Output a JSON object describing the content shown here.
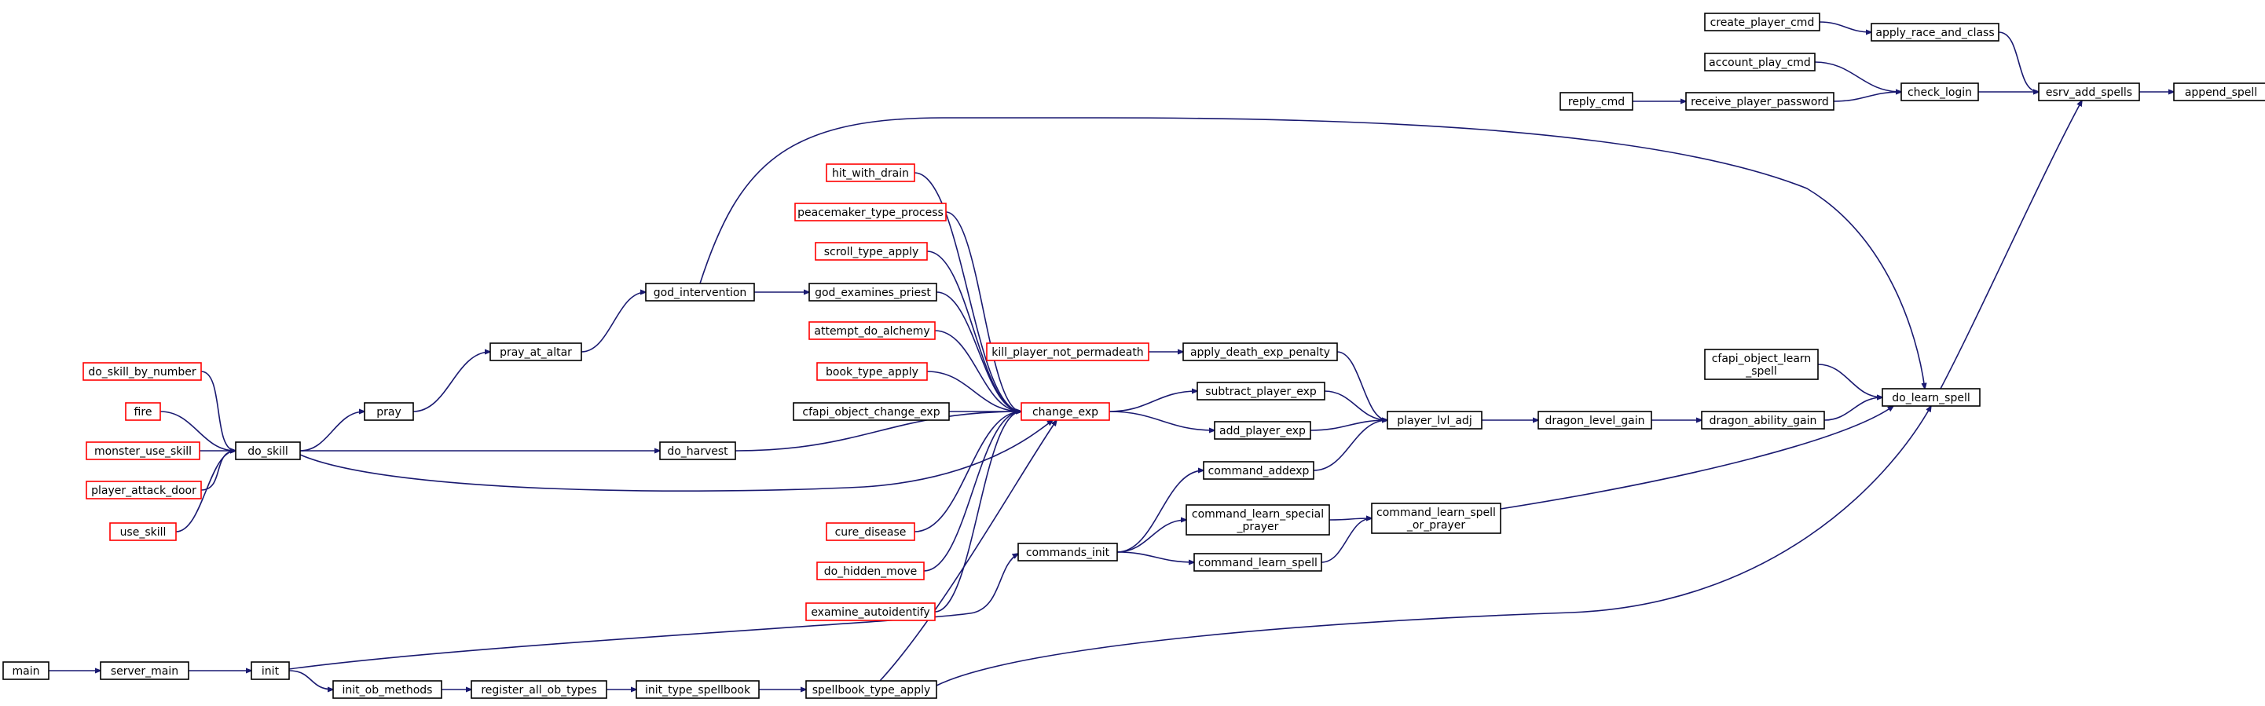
{
  "colors": {
    "edge": "#191970",
    "normal_border": "#000000",
    "truncated_border": "#ff0000",
    "highlight_fill": "#bfbfbf"
  },
  "nodes": [
    {
      "id": "append_spell",
      "lines": [
        "append_spell"
      ],
      "style": "highlight"
    },
    {
      "id": "esrv_add_spells",
      "lines": [
        "esrv_add_spells"
      ],
      "style": "normal"
    },
    {
      "id": "apply_race_and_class",
      "lines": [
        "apply_race_and_class"
      ],
      "style": "normal"
    },
    {
      "id": "create_player_cmd",
      "lines": [
        "create_player_cmd"
      ],
      "style": "normal"
    },
    {
      "id": "check_login",
      "lines": [
        "check_login"
      ],
      "style": "normal"
    },
    {
      "id": "account_play_cmd",
      "lines": [
        "account_play_cmd"
      ],
      "style": "normal"
    },
    {
      "id": "receive_player_password",
      "lines": [
        "receive_player_password"
      ],
      "style": "normal"
    },
    {
      "id": "reply_cmd",
      "lines": [
        "reply_cmd"
      ],
      "style": "normal"
    },
    {
      "id": "do_learn_spell",
      "lines": [
        "do_learn_spell"
      ],
      "style": "normal"
    },
    {
      "id": "cfapi_object_learn_spell",
      "lines": [
        "cfapi_object_learn",
        "_spell"
      ],
      "style": "normal"
    },
    {
      "id": "dragon_ability_gain",
      "lines": [
        "dragon_ability_gain"
      ],
      "style": "normal"
    },
    {
      "id": "dragon_level_gain",
      "lines": [
        "dragon_level_gain"
      ],
      "style": "normal"
    },
    {
      "id": "player_lvl_adj",
      "lines": [
        "player_lvl_adj"
      ],
      "style": "normal"
    },
    {
      "id": "apply_death_exp_penalty",
      "lines": [
        "apply_death_exp_penalty"
      ],
      "style": "normal"
    },
    {
      "id": "kill_player_not_permadeath",
      "lines": [
        "kill_player_not_permadeath"
      ],
      "style": "truncated"
    },
    {
      "id": "subtract_player_exp",
      "lines": [
        "subtract_player_exp"
      ],
      "style": "normal"
    },
    {
      "id": "add_player_exp",
      "lines": [
        "add_player_exp"
      ],
      "style": "normal"
    },
    {
      "id": "command_addexp",
      "lines": [
        "command_addexp"
      ],
      "style": "normal"
    },
    {
      "id": "command_learn_spell_or_prayer",
      "lines": [
        "command_learn_spell",
        "_or_prayer"
      ],
      "style": "normal"
    },
    {
      "id": "command_learn_special_prayer",
      "lines": [
        "command_learn_special",
        "_prayer"
      ],
      "style": "normal"
    },
    {
      "id": "command_learn_spell",
      "lines": [
        "command_learn_spell"
      ],
      "style": "normal"
    },
    {
      "id": "commands_init",
      "lines": [
        "commands_init"
      ],
      "style": "normal"
    },
    {
      "id": "change_exp",
      "lines": [
        "change_exp"
      ],
      "style": "truncated"
    },
    {
      "id": "hit_with_drain",
      "lines": [
        "hit_with_drain"
      ],
      "style": "truncated"
    },
    {
      "id": "peacemaker_type_process",
      "lines": [
        "peacemaker_type_process"
      ],
      "style": "truncated"
    },
    {
      "id": "scroll_type_apply",
      "lines": [
        "scroll_type_apply"
      ],
      "style": "truncated"
    },
    {
      "id": "god_examines_priest",
      "lines": [
        "god_examines_priest"
      ],
      "style": "normal"
    },
    {
      "id": "attempt_do_alchemy",
      "lines": [
        "attempt_do_alchemy"
      ],
      "style": "truncated"
    },
    {
      "id": "book_type_apply",
      "lines": [
        "book_type_apply"
      ],
      "style": "truncated"
    },
    {
      "id": "cfapi_object_change_exp",
      "lines": [
        "cfapi_object_change_exp"
      ],
      "style": "normal"
    },
    {
      "id": "do_harvest",
      "lines": [
        "do_harvest"
      ],
      "style": "normal"
    },
    {
      "id": "cure_disease",
      "lines": [
        "cure_disease"
      ],
      "style": "truncated"
    },
    {
      "id": "do_hidden_move",
      "lines": [
        "do_hidden_move"
      ],
      "style": "truncated"
    },
    {
      "id": "examine_autoidentify",
      "lines": [
        "examine_autoidentify"
      ],
      "style": "truncated"
    },
    {
      "id": "spellbook_type_apply",
      "lines": [
        "spellbook_type_apply"
      ],
      "style": "normal"
    },
    {
      "id": "god_intervention",
      "lines": [
        "god_intervention"
      ],
      "style": "normal"
    },
    {
      "id": "pray_at_altar",
      "lines": [
        "pray_at_altar"
      ],
      "style": "normal"
    },
    {
      "id": "pray",
      "lines": [
        "pray"
      ],
      "style": "normal"
    },
    {
      "id": "do_skill",
      "lines": [
        "do_skill"
      ],
      "style": "normal"
    },
    {
      "id": "do_skill_by_number",
      "lines": [
        "do_skill_by_number"
      ],
      "style": "truncated"
    },
    {
      "id": "fire",
      "lines": [
        "fire"
      ],
      "style": "truncated"
    },
    {
      "id": "monster_use_skill",
      "lines": [
        "monster_use_skill"
      ],
      "style": "truncated"
    },
    {
      "id": "player_attack_door",
      "lines": [
        "player_attack_door"
      ],
      "style": "truncated"
    },
    {
      "id": "use_skill",
      "lines": [
        "use_skill"
      ],
      "style": "truncated"
    },
    {
      "id": "main",
      "lines": [
        "main"
      ],
      "style": "normal"
    },
    {
      "id": "server_main",
      "lines": [
        "server_main"
      ],
      "style": "normal"
    },
    {
      "id": "init",
      "lines": [
        "init"
      ],
      "style": "normal"
    },
    {
      "id": "init_ob_methods",
      "lines": [
        "init_ob_methods"
      ],
      "style": "normal"
    },
    {
      "id": "register_all_ob_types",
      "lines": [
        "register_all_ob_types"
      ],
      "style": "normal"
    },
    {
      "id": "init_type_spellbook",
      "lines": [
        "init_type_spellbook"
      ],
      "style": "normal"
    }
  ],
  "edges": [
    {
      "from": "esrv_add_spells",
      "to": "append_spell"
    },
    {
      "from": "apply_race_and_class",
      "to": "esrv_add_spells"
    },
    {
      "from": "check_login",
      "to": "esrv_add_spells"
    },
    {
      "from": "do_learn_spell",
      "to": "esrv_add_spells"
    },
    {
      "from": "create_player_cmd",
      "to": "apply_race_and_class"
    },
    {
      "from": "account_play_cmd",
      "to": "check_login"
    },
    {
      "from": "receive_player_password",
      "to": "check_login"
    },
    {
      "from": "reply_cmd",
      "to": "receive_player_password"
    },
    {
      "from": "cfapi_object_learn_spell",
      "to": "do_learn_spell"
    },
    {
      "from": "dragon_ability_gain",
      "to": "do_learn_spell"
    },
    {
      "from": "command_learn_spell_or_prayer",
      "to": "do_learn_spell"
    },
    {
      "from": "god_intervention",
      "to": "do_learn_spell"
    },
    {
      "from": "spellbook_type_apply",
      "to": "do_learn_spell"
    },
    {
      "from": "dragon_level_gain",
      "to": "dragon_ability_gain"
    },
    {
      "from": "player_lvl_adj",
      "to": "dragon_level_gain"
    },
    {
      "from": "apply_death_exp_penalty",
      "to": "player_lvl_adj"
    },
    {
      "from": "subtract_player_exp",
      "to": "player_lvl_adj"
    },
    {
      "from": "add_player_exp",
      "to": "player_lvl_adj"
    },
    {
      "from": "command_addexp",
      "to": "player_lvl_adj"
    },
    {
      "from": "kill_player_not_permadeath",
      "to": "apply_death_exp_penalty"
    },
    {
      "from": "change_exp",
      "to": "subtract_player_exp"
    },
    {
      "from": "change_exp",
      "to": "add_player_exp"
    },
    {
      "from": "commands_init",
      "to": "command_addexp"
    },
    {
      "from": "command_learn_special_prayer",
      "to": "command_learn_spell_or_prayer"
    },
    {
      "from": "command_learn_spell",
      "to": "command_learn_spell_or_prayer"
    },
    {
      "from": "commands_init",
      "to": "command_learn_special_prayer"
    },
    {
      "from": "commands_init",
      "to": "command_learn_spell"
    },
    {
      "from": "init",
      "to": "commands_init"
    },
    {
      "from": "hit_with_drain",
      "to": "change_exp"
    },
    {
      "from": "peacemaker_type_process",
      "to": "change_exp"
    },
    {
      "from": "scroll_type_apply",
      "to": "change_exp"
    },
    {
      "from": "god_examines_priest",
      "to": "change_exp"
    },
    {
      "from": "attempt_do_alchemy",
      "to": "change_exp"
    },
    {
      "from": "book_type_apply",
      "to": "change_exp"
    },
    {
      "from": "cfapi_object_change_exp",
      "to": "change_exp"
    },
    {
      "from": "do_harvest",
      "to": "change_exp"
    },
    {
      "from": "do_skill",
      "to": "change_exp"
    },
    {
      "from": "cure_disease",
      "to": "change_exp"
    },
    {
      "from": "do_hidden_move",
      "to": "change_exp"
    },
    {
      "from": "examine_autoidentify",
      "to": "change_exp"
    },
    {
      "from": "spellbook_type_apply",
      "to": "change_exp"
    },
    {
      "from": "god_intervention",
      "to": "god_examines_priest"
    },
    {
      "from": "pray_at_altar",
      "to": "god_intervention"
    },
    {
      "from": "pray",
      "to": "pray_at_altar"
    },
    {
      "from": "do_skill",
      "to": "pray"
    },
    {
      "from": "do_skill",
      "to": "do_harvest"
    },
    {
      "from": "do_skill_by_number",
      "to": "do_skill"
    },
    {
      "from": "fire",
      "to": "do_skill"
    },
    {
      "from": "monster_use_skill",
      "to": "do_skill"
    },
    {
      "from": "player_attack_door",
      "to": "do_skill"
    },
    {
      "from": "use_skill",
      "to": "do_skill"
    },
    {
      "from": "main",
      "to": "server_main"
    },
    {
      "from": "server_main",
      "to": "init"
    },
    {
      "from": "init",
      "to": "init_ob_methods"
    },
    {
      "from": "init_ob_methods",
      "to": "register_all_ob_types"
    },
    {
      "from": "register_all_ob_types",
      "to": "init_type_spellbook"
    },
    {
      "from": "init_type_spellbook",
      "to": "spellbook_type_apply"
    }
  ]
}
